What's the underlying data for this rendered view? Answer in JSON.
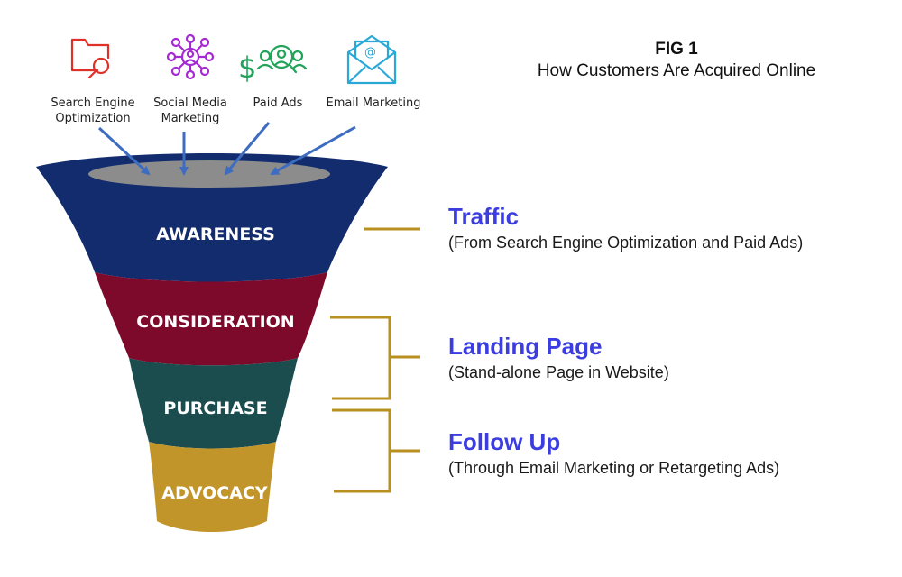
{
  "figure": {
    "label": "FIG 1",
    "subtitle": "How Customers Are Acquired Online"
  },
  "sources": [
    {
      "label": "Search Engine Optimization",
      "icon": "folder-search-icon",
      "color": "#e0302a"
    },
    {
      "label": "Social Media Marketing",
      "icon": "network-people-icon",
      "color": "#a52ad4"
    },
    {
      "label": "Paid Ads",
      "icon": "dollar-people-icon",
      "color": "#22a35a"
    },
    {
      "label": "Email Marketing",
      "icon": "envelope-at-icon",
      "color": "#2aa8d6"
    }
  ],
  "stages": [
    {
      "label": "AWARENESS",
      "color": "#132c6e"
    },
    {
      "label": "CONSIDERATION",
      "color": "#7d0a2b"
    },
    {
      "label": "PURCHASE",
      "color": "#1b4d4f"
    },
    {
      "label": "ADVOCACY",
      "color": "#c2952b"
    }
  ],
  "notes": [
    {
      "title": "Traffic",
      "description": "(From Search Engine Optimization and Paid Ads)"
    },
    {
      "title": "Landing Page",
      "description": "(Stand-alone Page in Website)"
    },
    {
      "title": "Follow Up",
      "description": "(Through Email Marketing or Retargeting Ads)"
    }
  ],
  "colors": {
    "arrow": "#3d6cc0",
    "bracket": "#b8901f",
    "note_title": "#3b3de0",
    "funnel_opening": "#8c8c8c"
  }
}
